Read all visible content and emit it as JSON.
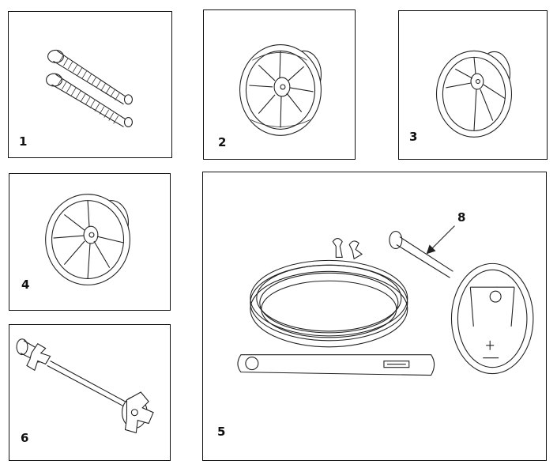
{
  "figure": {
    "panels": [
      {
        "number": "1",
        "part": "threaded-rods"
      },
      {
        "number": "2",
        "part": "disc-guard"
      },
      {
        "number": "3",
        "part": "disc-guard"
      },
      {
        "number": "4",
        "part": "disc-guard"
      },
      {
        "number": "5",
        "part": "accessory-kit"
      },
      {
        "number": "6",
        "part": "spindle-shaft"
      }
    ],
    "callout": "8"
  }
}
